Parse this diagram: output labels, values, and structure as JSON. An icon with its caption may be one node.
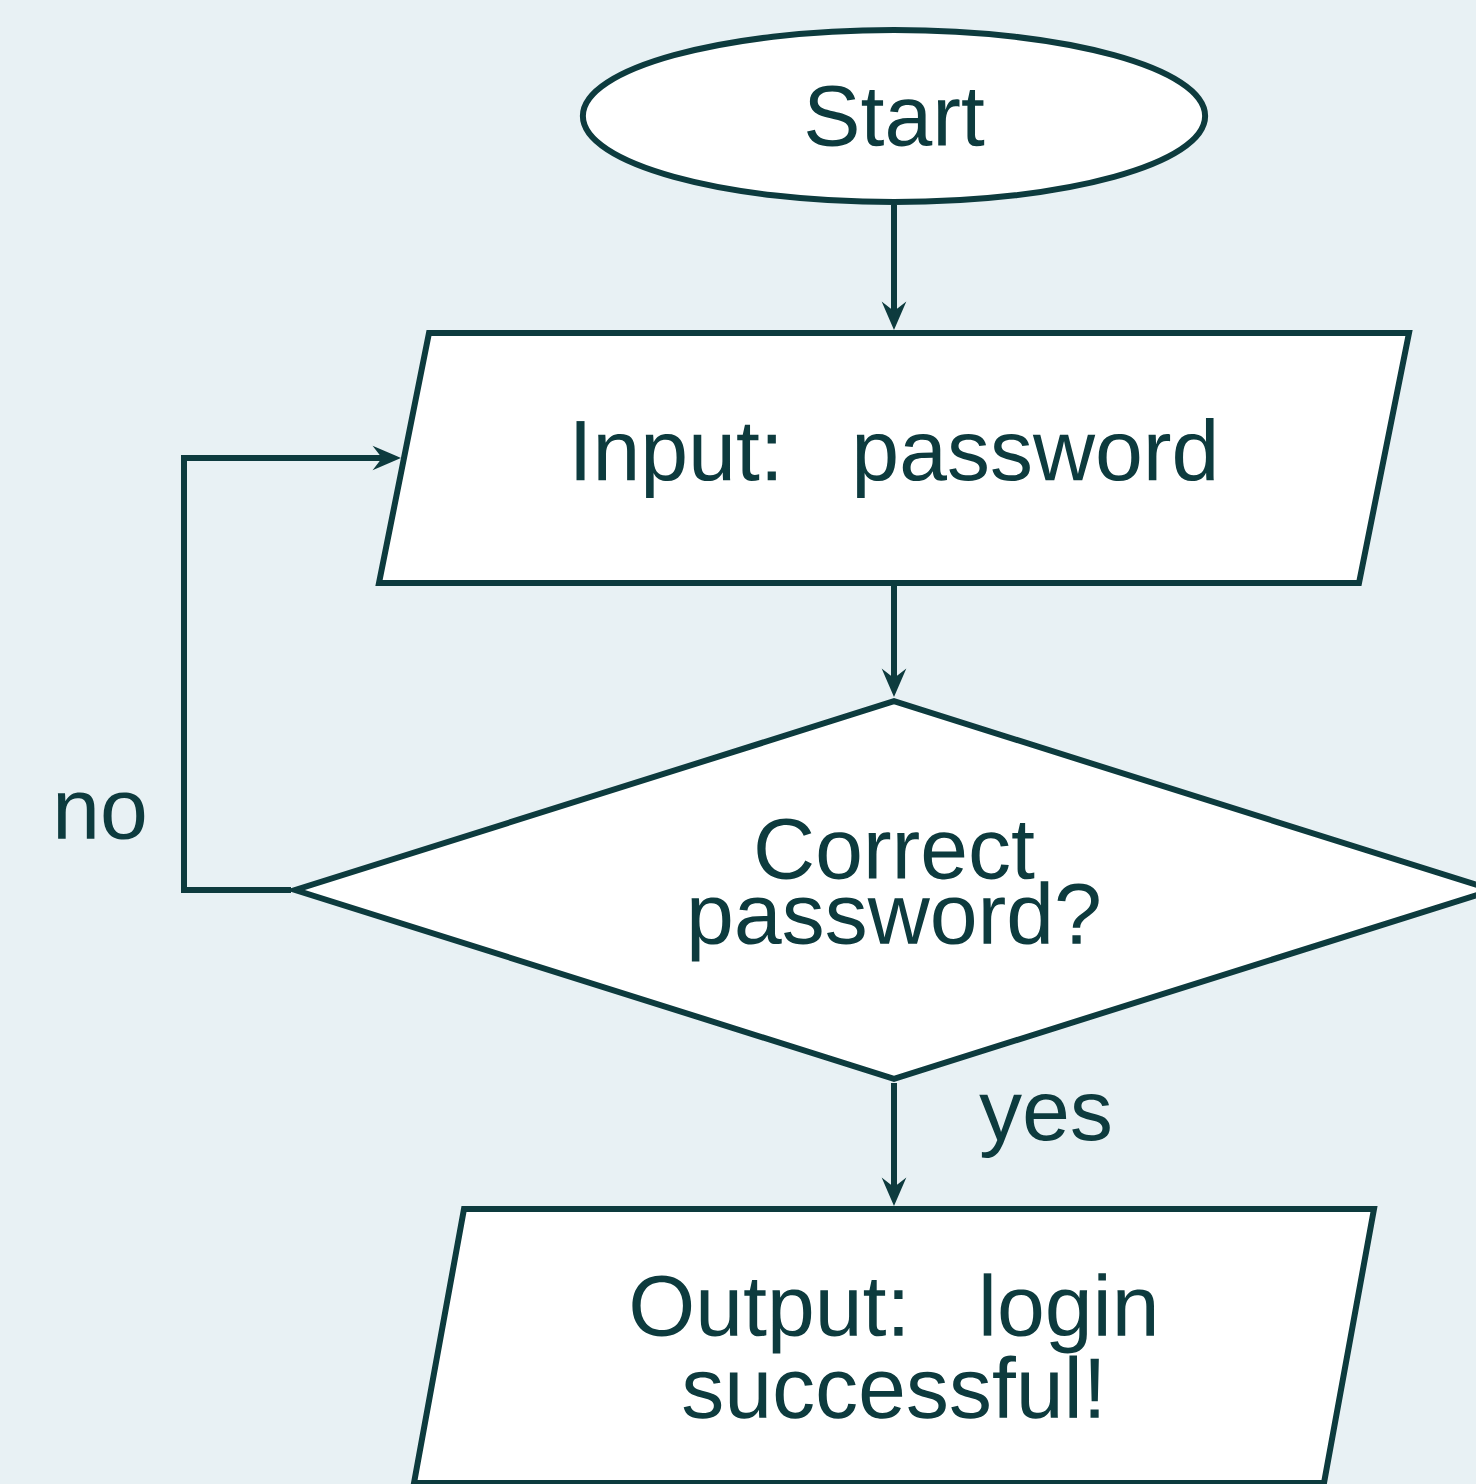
{
  "diagram": {
    "nodes": [
      {
        "text": [
          "Start"
        ]
      },
      {
        "text": [
          "Input: password"
        ]
      },
      {
        "text": [
          "Correct password?"
        ]
      },
      {
        "text": [
          "Output: login successful!"
        ]
      }
    ],
    "edges": [
      {
        "from": 0,
        "to": 1,
        "arrow": "to"
      },
      {
        "from": 1,
        "to": 2,
        "arrow": "to"
      },
      {
        "from": 2,
        "to": 1,
        "arrow": "to",
        "label": "no"
      },
      {
        "from": 2,
        "to": 3,
        "arrow": "to",
        "label": "yes"
      }
    ]
  }
}
